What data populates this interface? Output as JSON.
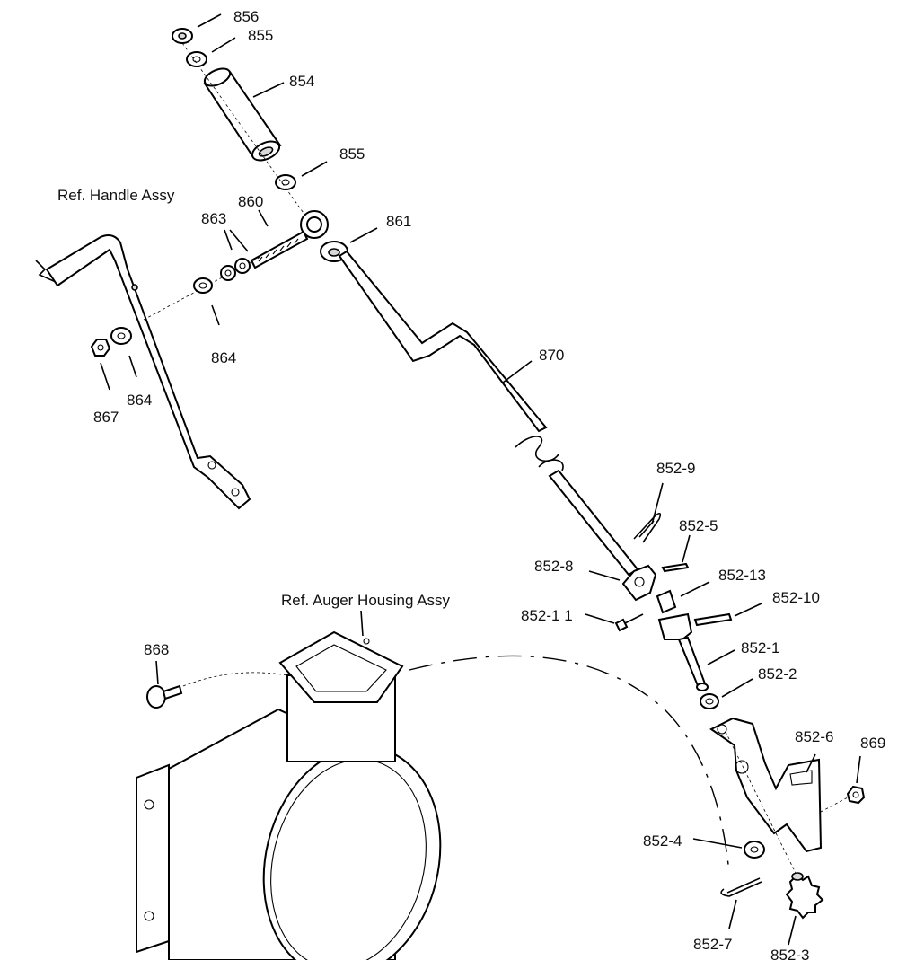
{
  "labels": {
    "p856": "856",
    "p855_top": "855",
    "p854": "854",
    "p855_mid": "855",
    "ref_handle": "Ref. Handle Assy",
    "p860": "860",
    "p863": "863",
    "p861": "861",
    "p864_a": "864",
    "p864_b": "864",
    "p867": "867",
    "p870": "870",
    "p852_9": "852-9",
    "p852_5": "852-5",
    "p852_8": "852-8",
    "p852_13": "852-13",
    "p852_11": "852-1 1",
    "p852_10": "852-10",
    "p852_1": "852-1",
    "p852_2": "852-2",
    "ref_auger": "Ref. Auger Housing Assy",
    "p868": "868",
    "p852_6": "852-6",
    "p869": "869",
    "p852_4": "852-4",
    "p852_7": "852-7",
    "p852_3": "852-3"
  }
}
